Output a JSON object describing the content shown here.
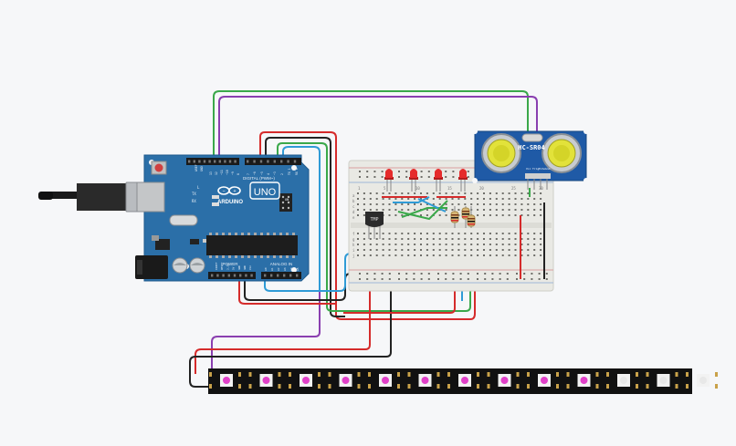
{
  "canvas": {
    "background": "#f6f7f9"
  },
  "arduino": {
    "brand": "ARDUINO",
    "model": "UNO",
    "digital_label": "DIGITAL (PWM~)",
    "power_label": "POWER",
    "analog_label": "ANALOG IN",
    "aref_label": "AREF",
    "gnd_label": "GND",
    "ioref_label": "IOREF",
    "reset_label": "RESET",
    "v33_label": "3.3V",
    "v5_label": "5V",
    "vin_label": "Vin",
    "tx_label": "TX",
    "rx_label": "RX",
    "l_label": "L",
    "on_label": "ON",
    "digital_pins": [
      "13",
      "12",
      "~11",
      "~10",
      "~9",
      "8",
      "7",
      "~6",
      "~5",
      "4",
      "~3",
      "2",
      "TX 1",
      "RX 0"
    ],
    "analog_pins": [
      "A0",
      "A1",
      "A2",
      "A3",
      "A4",
      "A5"
    ],
    "color": "#2b6fa8"
  },
  "sensor": {
    "label": "HC-SR04",
    "pins": [
      "Vcc",
      "Trig",
      "Echo",
      "Gnd"
    ],
    "color": "#1f5aa6"
  },
  "temp_sensor": {
    "label": "TMP"
  },
  "breadboard": {
    "column_numbers": [
      "1",
      "5",
      "10",
      "15",
      "20",
      "25",
      "30"
    ],
    "row_letters": [
      "a",
      "b",
      "c",
      "d",
      "e",
      "f",
      "g",
      "h",
      "i",
      "j"
    ]
  },
  "leds": {
    "count": 4,
    "color": "#e52b2b"
  },
  "led_strip": {
    "pixel_count": 12,
    "lit_color": "#e040c8"
  },
  "wire_colors": {
    "red": "#d52b2b",
    "black": "#222222",
    "green": "#3aa84a",
    "purple": "#8a3fb0",
    "blue": "#2f9bd6"
  }
}
